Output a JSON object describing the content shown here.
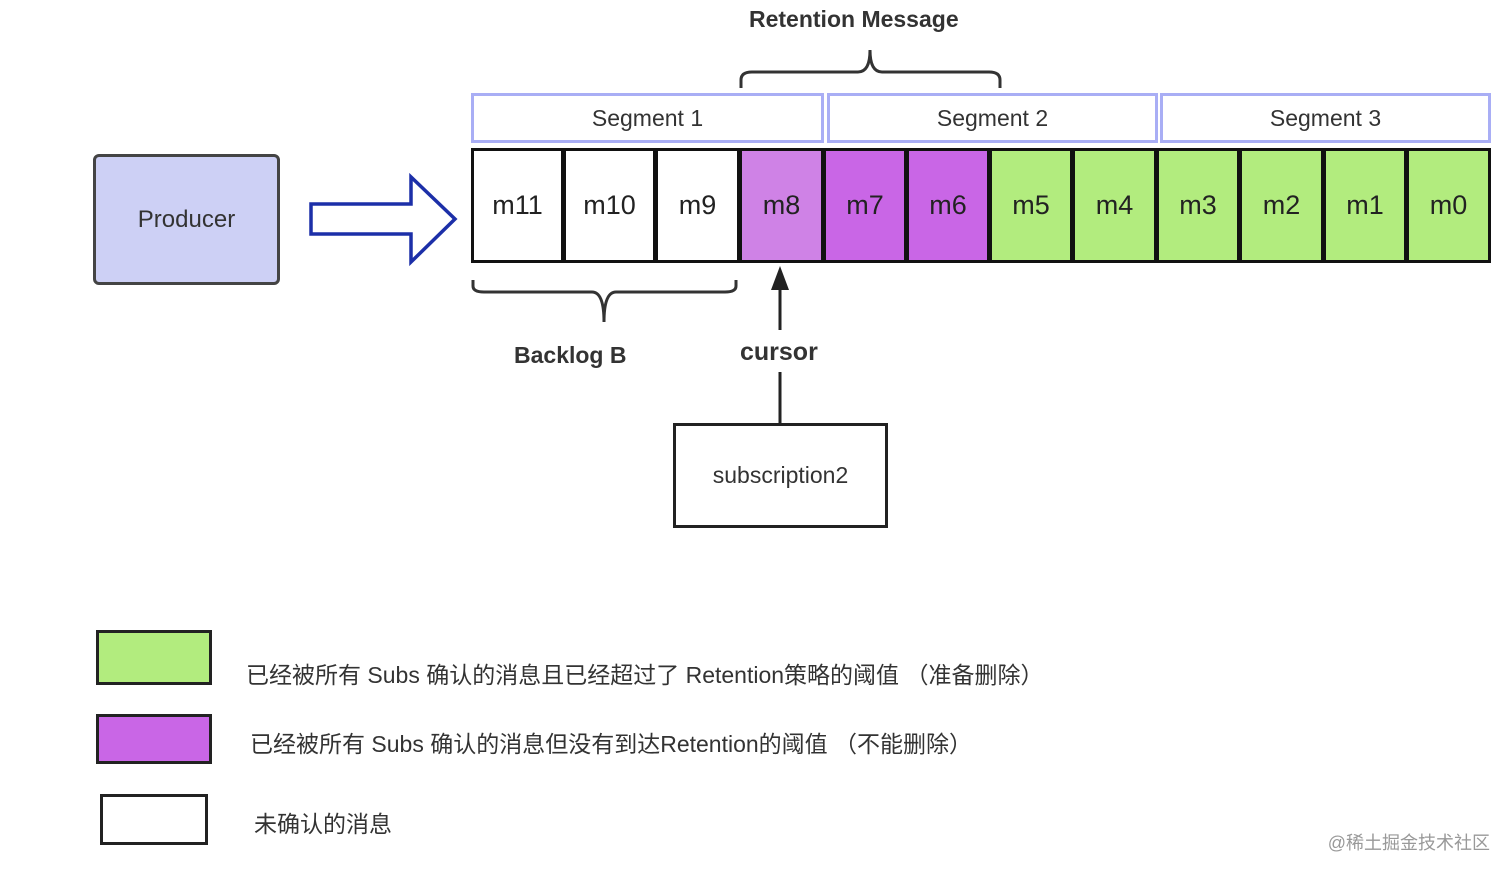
{
  "title": "Retention Message",
  "producer": "Producer",
  "segments": [
    "Segment 1",
    "Segment 2",
    "Segment 3"
  ],
  "messages": [
    {
      "label": "m11",
      "state": "unacked"
    },
    {
      "label": "m10",
      "state": "unacked"
    },
    {
      "label": "m9",
      "state": "unacked"
    },
    {
      "label": "m8",
      "state": "cursor"
    },
    {
      "label": "m7",
      "state": "retained"
    },
    {
      "label": "m6",
      "state": "retained"
    },
    {
      "label": "m5",
      "state": "deletable"
    },
    {
      "label": "m4",
      "state": "deletable"
    },
    {
      "label": "m3",
      "state": "deletable"
    },
    {
      "label": "m2",
      "state": "deletable"
    },
    {
      "label": "m1",
      "state": "deletable"
    },
    {
      "label": "m0",
      "state": "deletable"
    }
  ],
  "backlog_label": "Backlog B",
  "cursor_label": "cursor",
  "subscription": "subscription2",
  "legend": [
    {
      "text": "已经被所有 Subs 确认的消息且已经超过了 Retention策略的阈值 （准备删除）",
      "color": "#b2ec7e"
    },
    {
      "text": "已经被所有 Subs 确认的消息但没有到达Retention的阈值 （不能删除）",
      "color": "#c966e6"
    },
    {
      "text": "未确认的消息",
      "color": "#ffffff"
    }
  ],
  "watermark": "@稀土掘金技术社区",
  "colors": {
    "unacked": "#ffffff",
    "cursor": "#cf82e6",
    "retained": "#c966e6",
    "deletable": "#b2ec7e",
    "producer": "#cdd0f5",
    "segment_border": "#a9aef5",
    "arrow": "#1c2fa8"
  }
}
